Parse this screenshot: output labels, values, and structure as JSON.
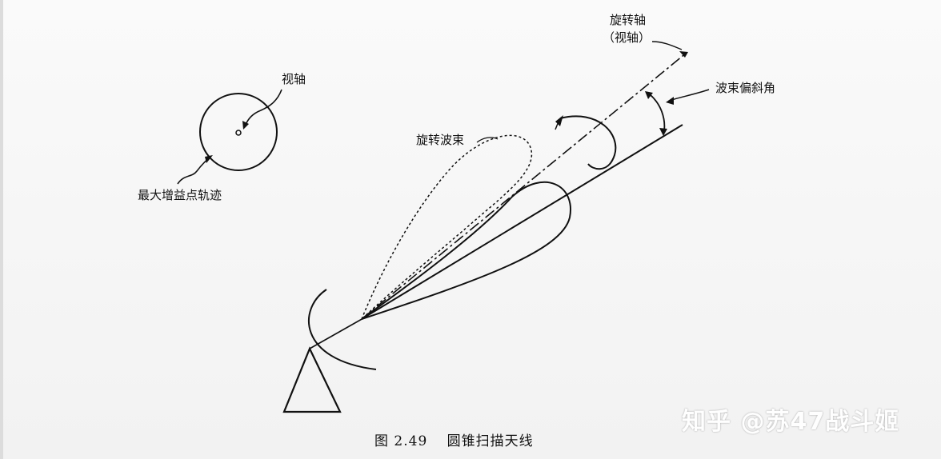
{
  "labels": {
    "rotation_axis_line1": "旋转轴",
    "rotation_axis_line2": "（视轴）",
    "squint_angle": "波束偏斜角",
    "rotating_beam": "旋转波束",
    "boresight": "视轴",
    "max_gain_locus": "最大增益点轨迹"
  },
  "caption": {
    "number": "图 2.49",
    "title": "圆锥扫描天线"
  },
  "watermark": "知乎 @苏47战斗姬"
}
